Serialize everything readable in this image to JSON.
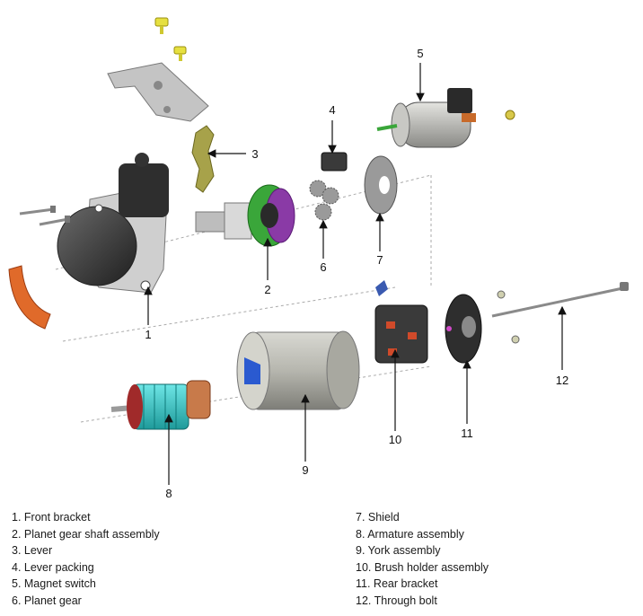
{
  "callouts": [
    "1",
    "2",
    "3",
    "4",
    "5",
    "6",
    "7",
    "8",
    "9",
    "10",
    "11",
    "12"
  ],
  "legend": {
    "left": [
      "1. Front bracket",
      "2. Planet gear shaft assembly",
      "3. Lever",
      "4. Lever packing",
      "5. Magnet switch",
      "6. Planet gear"
    ],
    "right": [
      "7. Shield",
      "8. Armature assembly",
      "9. York assembly",
      "10. Brush holder assembly",
      "11. Rear bracket",
      "12. Through bolt"
    ]
  },
  "colors": {
    "housing": "#3a3a3a",
    "lever": "#a7a24a",
    "gear_green": "#3aa63a",
    "gear_purple": "#8a3aa6",
    "armature": "#38c8c8",
    "commutator": "#c87a4a",
    "packing": "#e06a2a",
    "yoke": "#b8b8b0",
    "screw_yellow": "#e6e040"
  }
}
